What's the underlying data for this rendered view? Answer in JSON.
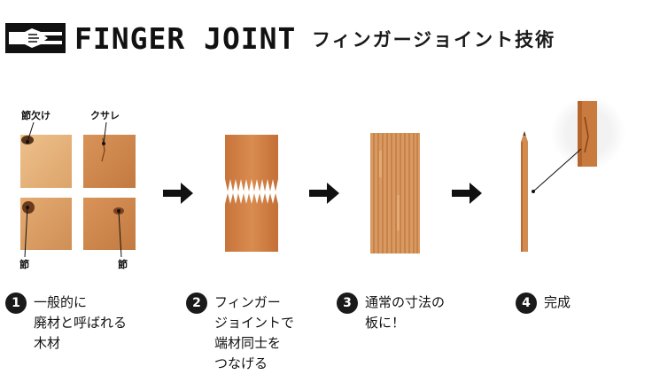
{
  "header": {
    "brand": "FINGER JOINT",
    "title_jp": "フィンガージョイント技術",
    "logo_icon": "hands-logo-icon"
  },
  "step1": {
    "labels": {
      "top_left": "節欠け",
      "top_right": "クサレ",
      "bottom_left": "節",
      "bottom_right": "節"
    }
  },
  "steps": [
    {
      "number": "1",
      "lines": [
        "一般的に",
        "廃材と呼ばれる",
        "木材"
      ]
    },
    {
      "number": "2",
      "lines": [
        "フィンガー",
        "ジョイントで",
        "端材同士を",
        "つなげる"
      ]
    },
    {
      "number": "3",
      "lines": [
        "通常の寸法の",
        "板に！"
      ]
    },
    {
      "number": "4",
      "lines": [
        "完成"
      ]
    }
  ],
  "colors": {
    "light_wood": "#e6b57e",
    "mid_wood": "#cf8a4e",
    "dark_wood": "#b8642e",
    "ink": "#1a1a1a"
  }
}
